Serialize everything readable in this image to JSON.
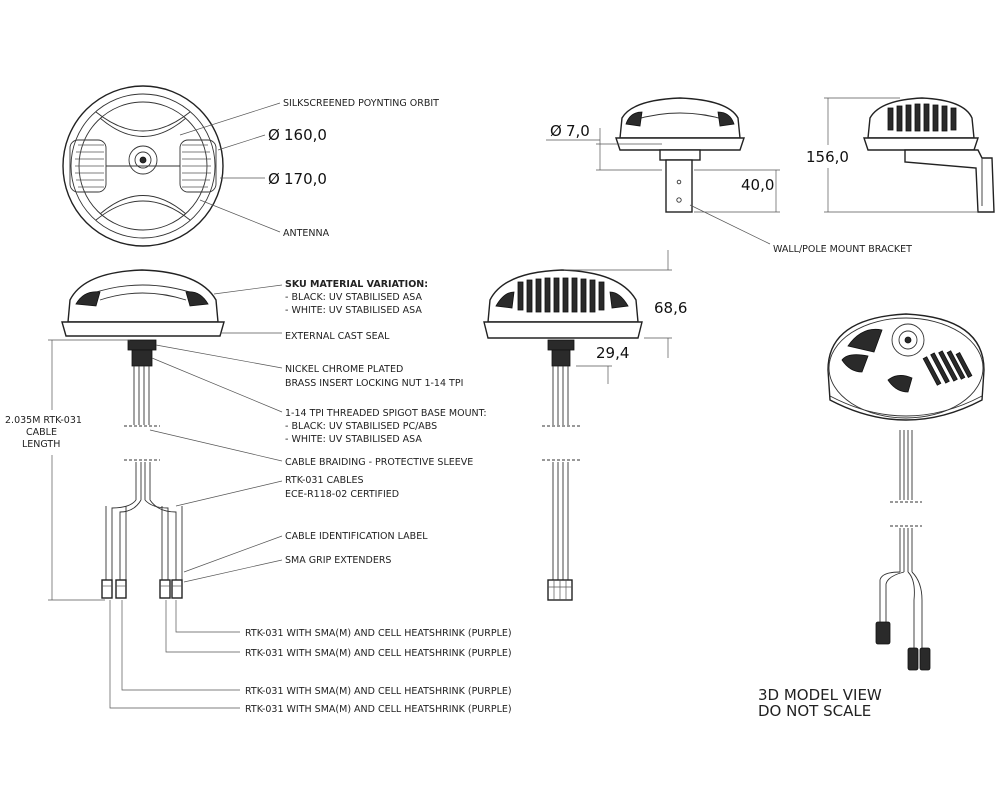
{
  "callouts": {
    "silkscreen": "SILKSCREENED POYNTING ORBIT",
    "antenna": "ANTENNA",
    "sku_title": "SKU MATERIAL VARIATION:",
    "sku_black": "- BLACK: UV STABILISED ASA",
    "sku_white": "- WHITE: UV STABILISED ASA",
    "cast_seal": "EXTERNAL CAST SEAL",
    "nut_1": "NICKEL CHROME PLATED",
    "nut_2": "BRASS INSERT LOCKING NUT 1-14 TPI",
    "spigot_1": "1-14 TPI THREADED SPIGOT BASE MOUNT:",
    "spigot_2": "- BLACK: UV STABILISED PC/ABS",
    "spigot_3": "- WHITE: UV STABILISED ASA",
    "braiding": "CABLE BRAIDING - PROTECTIVE SLEEVE",
    "cables_1": "RTK-031 CABLES",
    "cables_2": "ECE-R118-02 CERTIFIED",
    "id_label": "CABLE IDENTIFICATION LABEL",
    "sma_grip": "SMA GRIP EXTENDERS",
    "rtk_1": "RTK-031 WITH SMA(M) AND CELL HEATSHRINK (PURPLE)",
    "rtk_2": "RTK-031 WITH SMA(M) AND CELL HEATSHRINK (PURPLE)",
    "rtk_3": "RTK-031 WITH SMA(M) AND CELL HEATSHRINK (PURPLE)",
    "rtk_4": "RTK-031 WITH SMA(M) AND CELL HEATSHRINK (PURPLE)",
    "bracket": "WALL/POLE MOUNT BRACKET",
    "cable_len_1": "2.035M RTK-031",
    "cable_len_2": "CABLE",
    "cable_len_3": "LENGTH"
  },
  "dimensions": {
    "d160": "160,0",
    "d170": "170,0",
    "d7": "7,0",
    "h40": "40,0",
    "h156": "156,0",
    "h68": "68,6",
    "h29": "29,4",
    "diameter_symbol": "Ø"
  },
  "notes": {
    "model_1": "3D MODEL VIEW",
    "model_2": "DO NOT SCALE"
  }
}
